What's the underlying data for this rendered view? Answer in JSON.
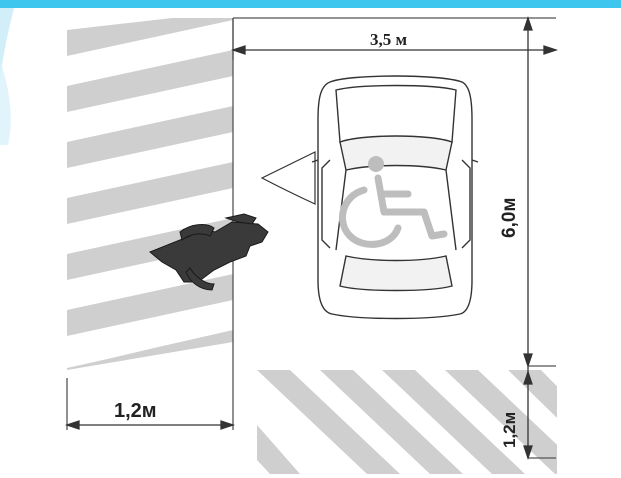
{
  "diagram": {
    "dimensions": {
      "bay_width": "3,5 м",
      "bay_length": "6,0м",
      "aisle_width": "1,2м",
      "end_zone": "1,2м"
    },
    "symbols": {
      "accessibility": "wheelchair-icon",
      "person": "wheelchair-user-icon",
      "vehicle": "car-icon"
    },
    "colors": {
      "stripe": "#cfcfcf",
      "line": "#333333",
      "slide_accent": "#3fc6ee"
    }
  }
}
